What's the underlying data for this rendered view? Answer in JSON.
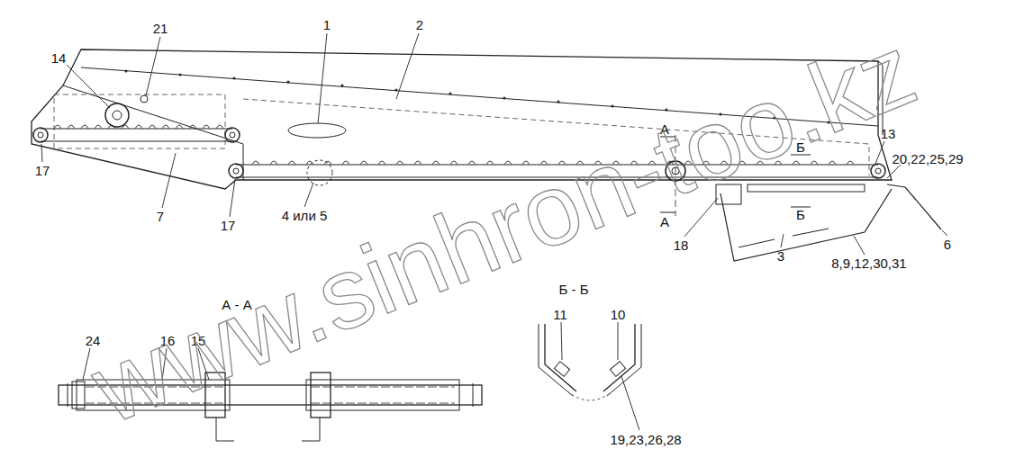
{
  "diagram": {
    "labels": [
      "1",
      "2",
      "21",
      "14",
      "17",
      "7",
      "17",
      "4 или 5",
      "А",
      "Б",
      "13",
      "20,22,25,29",
      "А",
      "Б",
      "18",
      "3",
      "8,9,12,30,31",
      "6",
      "А - А",
      "24",
      "16",
      "15",
      "Б - Б",
      "11",
      "10",
      "19,23,26,28",
      "www.sinhron-too.kz"
    ]
  }
}
